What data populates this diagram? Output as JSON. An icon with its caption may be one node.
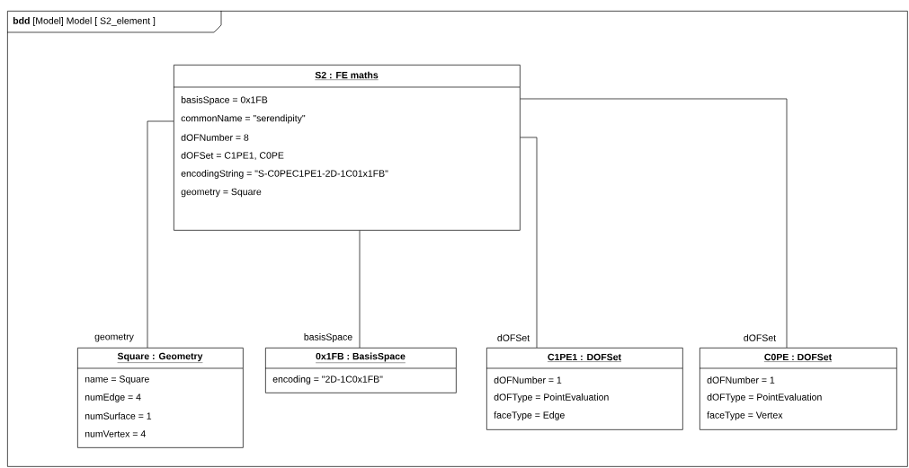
{
  "diagram": {
    "nodes": [
      {
        "text": [
          "**bdd** [Model] Model [ S2_element ]"
        ]
      },
      {
        "text": [
          "S2 : FE maths",
          "basisSpace = 0x1FB",
          "commonName = \"serendipity\"",
          "dOFNumber = 8",
          "dOFSet = C1PE1, C0PE",
          "encodingString = \"S-C0PEC1PE1-2D-1C01x1FB\"",
          "geometry = Square"
        ],
        "in": 0
      },
      {
        "text": [
          "Square : Geometry",
          "name = Square",
          "numEdge = 4",
          "numSurface = 1",
          "numVertex = 4"
        ],
        "in": 0
      },
      {
        "text": [
          "0x1FB : BasisSpace",
          "encoding = \"2D-1C0x1FB\""
        ],
        "in": 0
      },
      {
        "text": [
          "C1PE1 : DOFSet",
          "dOFNumber = 1",
          "dOFType = PointEvaluation",
          "faceType = Edge"
        ],
        "in": 0
      },
      {
        "text": [
          "C0PE : DOFSet",
          "dOFNumber = 1",
          "dOFType = PointEvaluation",
          "faceType = Vertex"
        ],
        "in": 0
      }
    ],
    "edges": [
      {
        "from": 1,
        "to": 2,
        "arrow": "none",
        "label": "geometry"
      },
      {
        "from": 1,
        "to": 3,
        "arrow": "none",
        "label": "basisSpace"
      },
      {
        "from": 1,
        "to": 4,
        "arrow": "none",
        "label": "dOFSet"
      },
      {
        "from": 1,
        "to": 5,
        "arrow": "none",
        "label": "dOFSet"
      }
    ]
  }
}
